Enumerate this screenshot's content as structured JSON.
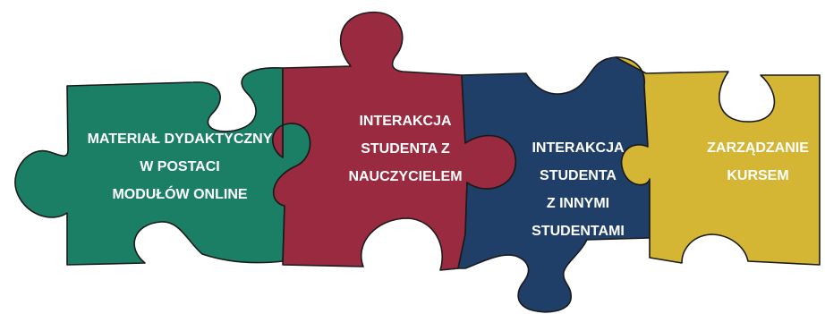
{
  "pieces": [
    {
      "id": "piece-1",
      "color": "#1b7f66",
      "lines": [
        "MATERIAŁ DYDAKTYCZNY",
        "W POSTACI",
        "MODUŁÓW ONLINE"
      ]
    },
    {
      "id": "piece-2",
      "color": "#9a2a3f",
      "lines": [
        "INTERAKCJA",
        "STUDENTA Z",
        "NAUCZYCIELEM"
      ]
    },
    {
      "id": "piece-3",
      "color": "#1f3f68",
      "lines": [
        "INTERAKCJA",
        "STUDENTA",
        "Z INNYMI",
        "STUDENTAMI"
      ]
    },
    {
      "id": "piece-4",
      "color": "#d4b534",
      "lines": [
        "ZARZĄDZANIE",
        "KURSEM"
      ]
    }
  ]
}
